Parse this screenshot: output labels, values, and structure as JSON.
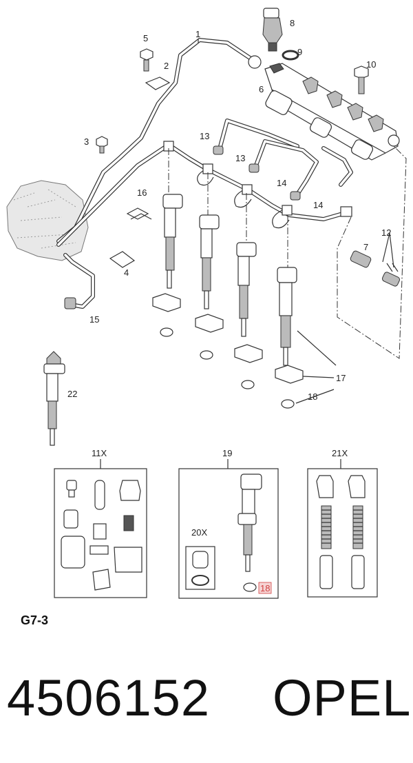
{
  "callouts": [
    {
      "id": "c1",
      "label": "1"
    },
    {
      "id": "c2",
      "label": "2"
    },
    {
      "id": "c3",
      "label": "3"
    },
    {
      "id": "c4",
      "label": "4"
    },
    {
      "id": "c5",
      "label": "5"
    },
    {
      "id": "c6",
      "label": "6"
    },
    {
      "id": "c7",
      "label": "7"
    },
    {
      "id": "c8",
      "label": "8"
    },
    {
      "id": "c9",
      "label": "9"
    },
    {
      "id": "c10",
      "label": "10"
    },
    {
      "id": "c12",
      "label": "12"
    },
    {
      "id": "c13a",
      "label": "13"
    },
    {
      "id": "c13b",
      "label": "13"
    },
    {
      "id": "c14a",
      "label": "14"
    },
    {
      "id": "c14b",
      "label": "14"
    },
    {
      "id": "c15",
      "label": "15"
    },
    {
      "id": "c16",
      "label": "16"
    },
    {
      "id": "c17",
      "label": "17"
    },
    {
      "id": "c18",
      "label": "18"
    },
    {
      "id": "c22",
      "label": "22"
    }
  ],
  "kits": {
    "kit_11x": {
      "label": "11X"
    },
    "kit_19": {
      "label": "19"
    },
    "kit_20x": {
      "label": "20X"
    },
    "kit_21x": {
      "label": "21X"
    },
    "highlight_18": {
      "label": "18"
    }
  },
  "footer": {
    "diagram_code": "G7-3",
    "part_number": "4506152",
    "brand": "OPEL"
  },
  "colors": {
    "line": "#333333",
    "highlight": "#d04040",
    "highlight_fill": "#f6d4d4"
  }
}
